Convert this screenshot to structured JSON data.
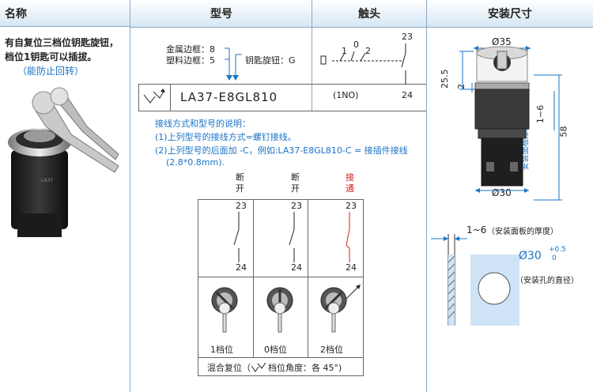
{
  "headers": {
    "name": "名称",
    "model": "型号",
    "contact": "触头",
    "mounting": "安装尺寸"
  },
  "name_col": {
    "desc_line1": "有自复位三档位钥匙旋钮，",
    "desc_line2": "档位1钥匙可以插拔。",
    "note": "（能防止回转）"
  },
  "model_col": {
    "frame_metal": "金属边框：8",
    "frame_plastic": "塑料边框：5",
    "key_knob": "钥匙旋钮：G",
    "model_number": "LA37-E8GL810",
    "explain_title": "接线方式和型号的说明：",
    "explain_1": "(1)上列型号的接线方式=螺钉接线。",
    "explain_2": "(2)上列型号的后面加 -C，例如:LA37-E8GL810-C = 接插件接线",
    "explain_2b": "(2.8*0.8mm)."
  },
  "contact_col": {
    "top_num": "23",
    "bottom_num": "24",
    "no_label": "(1NO)",
    "pos1": "1",
    "pos0": "0",
    "pos2": "2"
  },
  "positions": [
    {
      "state_top": "断",
      "state_bottom": "开",
      "top": "23",
      "bottom": "24",
      "caption": "1档位",
      "color": "#222222"
    },
    {
      "state_top": "断",
      "state_bottom": "开",
      "top": "23",
      "bottom": "24",
      "caption": "0档位",
      "color": "#222222"
    },
    {
      "state_top": "接",
      "state_bottom": "通",
      "top": "23",
      "bottom": "24",
      "caption": "2档位",
      "color": "#d41e1e"
    }
  ],
  "footer_caption_left": "混合复位（",
  "footer_caption_right": "档位角度：各 45°)",
  "mounting": {
    "dia_top": "Ø35",
    "dim_25_5": "25.5",
    "dim_2": "2",
    "dim_1_6": "1~6",
    "dim_58": "58",
    "panel_label": "安装面板厚度",
    "dia_bottom": "Ø30",
    "panel_thickness": "1~6",
    "panel_thickness_label": "（安装面板的厚度）",
    "hole_dia": "Ø30",
    "hole_tol_plus": "+0.5",
    "hole_tol_zero": "0",
    "hole_label": "（安装孔的直径）"
  },
  "colors": {
    "accent": "#1a73c6",
    "red": "#d41e1e",
    "panel_blue": "#cfe3f6"
  }
}
